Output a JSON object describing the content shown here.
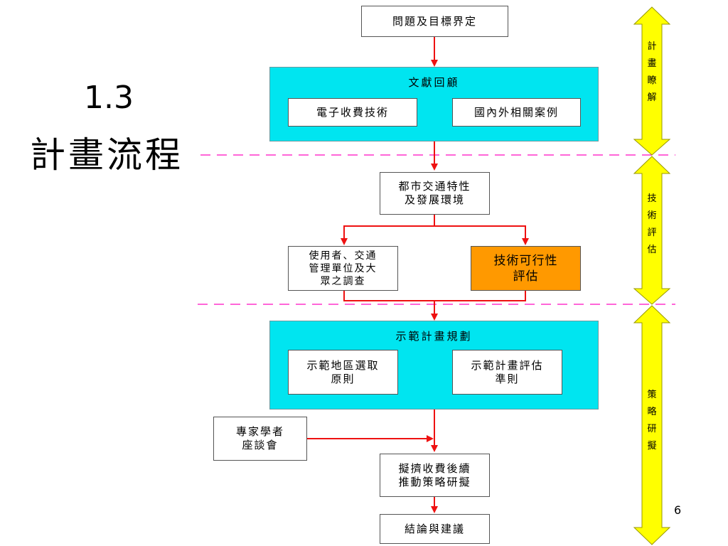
{
  "slide": {
    "number_label": "1.3",
    "title": "計畫流程",
    "page_number": "6"
  },
  "phases": [
    {
      "label": "計\n畫\n瞭\n解"
    },
    {
      "label": "技\n術\n評\n估"
    },
    {
      "label": "策\n略\n研\n擬"
    }
  ],
  "flow": {
    "problem_definition": "問題及目標界定",
    "literature_review": {
      "title": "文獻回顧",
      "items": [
        "電子收費技術",
        "國內外相關案例"
      ]
    },
    "urban_traffic": "都市交通特性\n及發展環境",
    "user_survey": "使用者、交通\n管理單位及大\n眾之調查",
    "tech_feasibility": "技術可行性\n評估",
    "demo_plan": {
      "title": "示範計畫規劃",
      "items": [
        "示範地區選取\n原則",
        "示範計畫評估\n準則"
      ]
    },
    "expert_forum": "專家學者\n座談會",
    "strategy": "擬擠收費後續\n推動策略研擬",
    "conclusion": "結論與建議"
  },
  "colors": {
    "cyan": "#00e5f0",
    "orange": "#ff9900",
    "arrow_red": "#ee1111",
    "phase_yellow": "#ffff00",
    "divider_magenta": "#ff33cc"
  }
}
